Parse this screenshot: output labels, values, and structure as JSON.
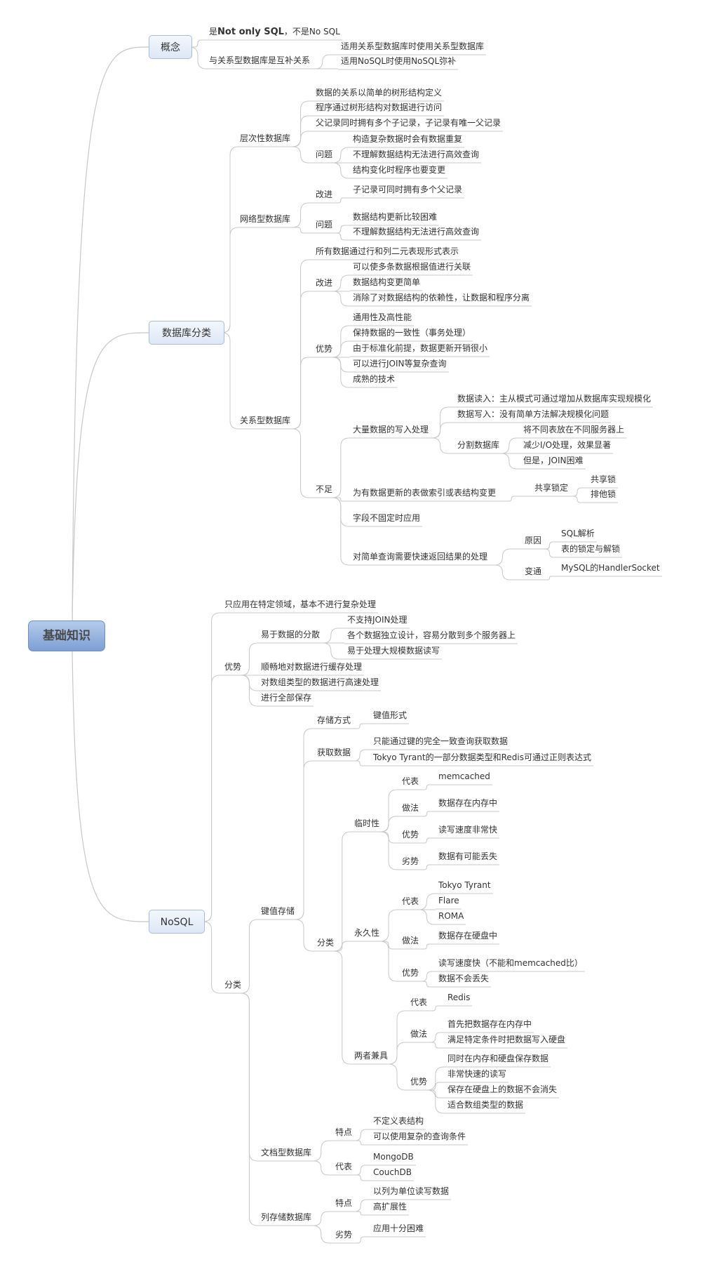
{
  "root": {
    "label": "基础知识"
  },
  "concept": {
    "label": "概念",
    "l1": {
      "a": "是",
      "b": "Not only SQL",
      "c": "，不是No SQL"
    },
    "l2": "与关系型数据库是互补关系",
    "l2a": "适用关系型数据库时使用关系型数据库",
    "l2b": "适用NoSQL时使用NoSQL弥补"
  },
  "dbc": {
    "label": "数据库分类",
    "hier": {
      "label": "层次性数据库",
      "i1": "数据的关系以简单的树形结构定义",
      "i2": "程序通过树形结构对数据进行访问",
      "i3": "父记录同时拥有多个子记录，子记录有唯一父记录",
      "issue": "问题",
      "q1": "构造复杂数据时会有数据重复",
      "q2": "不理解数据结构无法进行高效查询",
      "q3": "结构变化时程序也要变更"
    },
    "net": {
      "label": "网络型数据库",
      "imp": "改进",
      "imp1": "子记录可同时拥有多个父记录",
      "issue": "问题",
      "q1": "数据结构更新比较困难",
      "q2": "不理解数据结构无法进行高效查询"
    },
    "rel": {
      "label": "关系型数据库",
      "i0": "所有数据通过行和列二元表现形式表示",
      "imp": "改进",
      "imp1": "可以使多条数据根据值进行关联",
      "imp2": "数据结构变更简单",
      "imp3": "消除了对数据结构的依赖性，让数据和程序分离",
      "adv": "优势",
      "a1": "通用性及高性能",
      "a2": "保持数据的一致性（事务处理）",
      "a3": "由于标准化前提，数据更新开销很小",
      "a4": "可以进行JOIN等复杂查询",
      "a5": "成熟的技术",
      "lack": "不足",
      "w": "大量数据的写入处理",
      "w1": "数据读入：主从模式可通过增加从数据库实现规模化",
      "w2": "数据写入：没有简单方法解决规模化问题",
      "split": "分割数据库",
      "s1": "将不同表放在不同服务器上",
      "s2": "减少I/O处理，效果显著",
      "s3": "但是，JOIN困难",
      "idx": "为有数据更新的表做索引或表结构变更",
      "lock": "共享锁定",
      "k1": "共享锁",
      "k2": "排他锁",
      "field": "字段不固定时应用",
      "fast": "对简单查询需要快速返回结果的处理",
      "why": "原因",
      "y1": "SQL解析",
      "y2": "表的锁定与解锁",
      "alt": "变通",
      "t1": "MySQL的HandlerSocket"
    }
  },
  "nosql": {
    "label": "NoSQL",
    "only": "只应用在特定领域，基本不进行复杂处理",
    "adv": {
      "label": "优势",
      "dist": "易于数据的分散",
      "d1": "不支持JOIN处理",
      "d2": "各个数据独立设计，容易分散到多个服务器上",
      "d3": "易于处理大规模数据读写",
      "b": "顺畅地对数据进行缓存处理",
      "c": "对数组类型的数据进行高速处理",
      "d": "进行全部保存"
    },
    "cls": {
      "label": "分类",
      "kv": {
        "label": "键值存储",
        "store": "存储方式",
        "store1": "键值形式",
        "get": "获取数据",
        "get1": "只能通过键的完全一致查询获取数据",
        "get2": "Tokyo Tyrant的一部分数据类型和Redis可通过正则表达式",
        "cat": "分类",
        "tmp": {
          "label": "临时性",
          "rep": "代表",
          "rep1": "memcached",
          "how": "做法",
          "how1": "数据存在内存中",
          "adv": "优势",
          "adv1": "读写速度非常快",
          "dis": "劣势",
          "dis1": "数据有可能丢失"
        },
        "perm": {
          "label": "永久性",
          "rep": "代表",
          "rep1": "Tokyo Tyrant",
          "rep2": "Flare",
          "rep3": "ROMA",
          "how": "做法",
          "how1": "数据存在硬盘中",
          "adv": "优势",
          "adv1": "读写速度快（不能和memcached比）",
          "adv2": "数据不会丢失"
        },
        "both": {
          "label": "两者兼具",
          "rep": "代表",
          "rep1": "Redis",
          "how": "做法",
          "how1": "首先把数据存在内存中",
          "how2": "满足特定条件时把数据写入硬盘",
          "adv": "优势",
          "adv1": "同时在内存和硬盘保存数据",
          "adv2": "非常快速的读写",
          "adv3": "保存在硬盘上的数据不会消失",
          "adv4": "适合数组类型的数据"
        }
      },
      "doc": {
        "label": "文档型数据库",
        "feat": "特点",
        "f1": "不定义表结构",
        "f2": "可以使用复杂的查询条件",
        "rep": "代表",
        "r1": "MongoDB",
        "r2": "CouchDB"
      },
      "col": {
        "label": "列存储数据库",
        "feat": "特点",
        "f1": "以列为单位读写数据",
        "f2": "高扩展性",
        "dis": "劣势",
        "d1": "应用十分困难"
      }
    }
  },
  "colors": {
    "line": "#c8c8c8",
    "root": "#8eaedc",
    "box": "#e4ecf7"
  }
}
